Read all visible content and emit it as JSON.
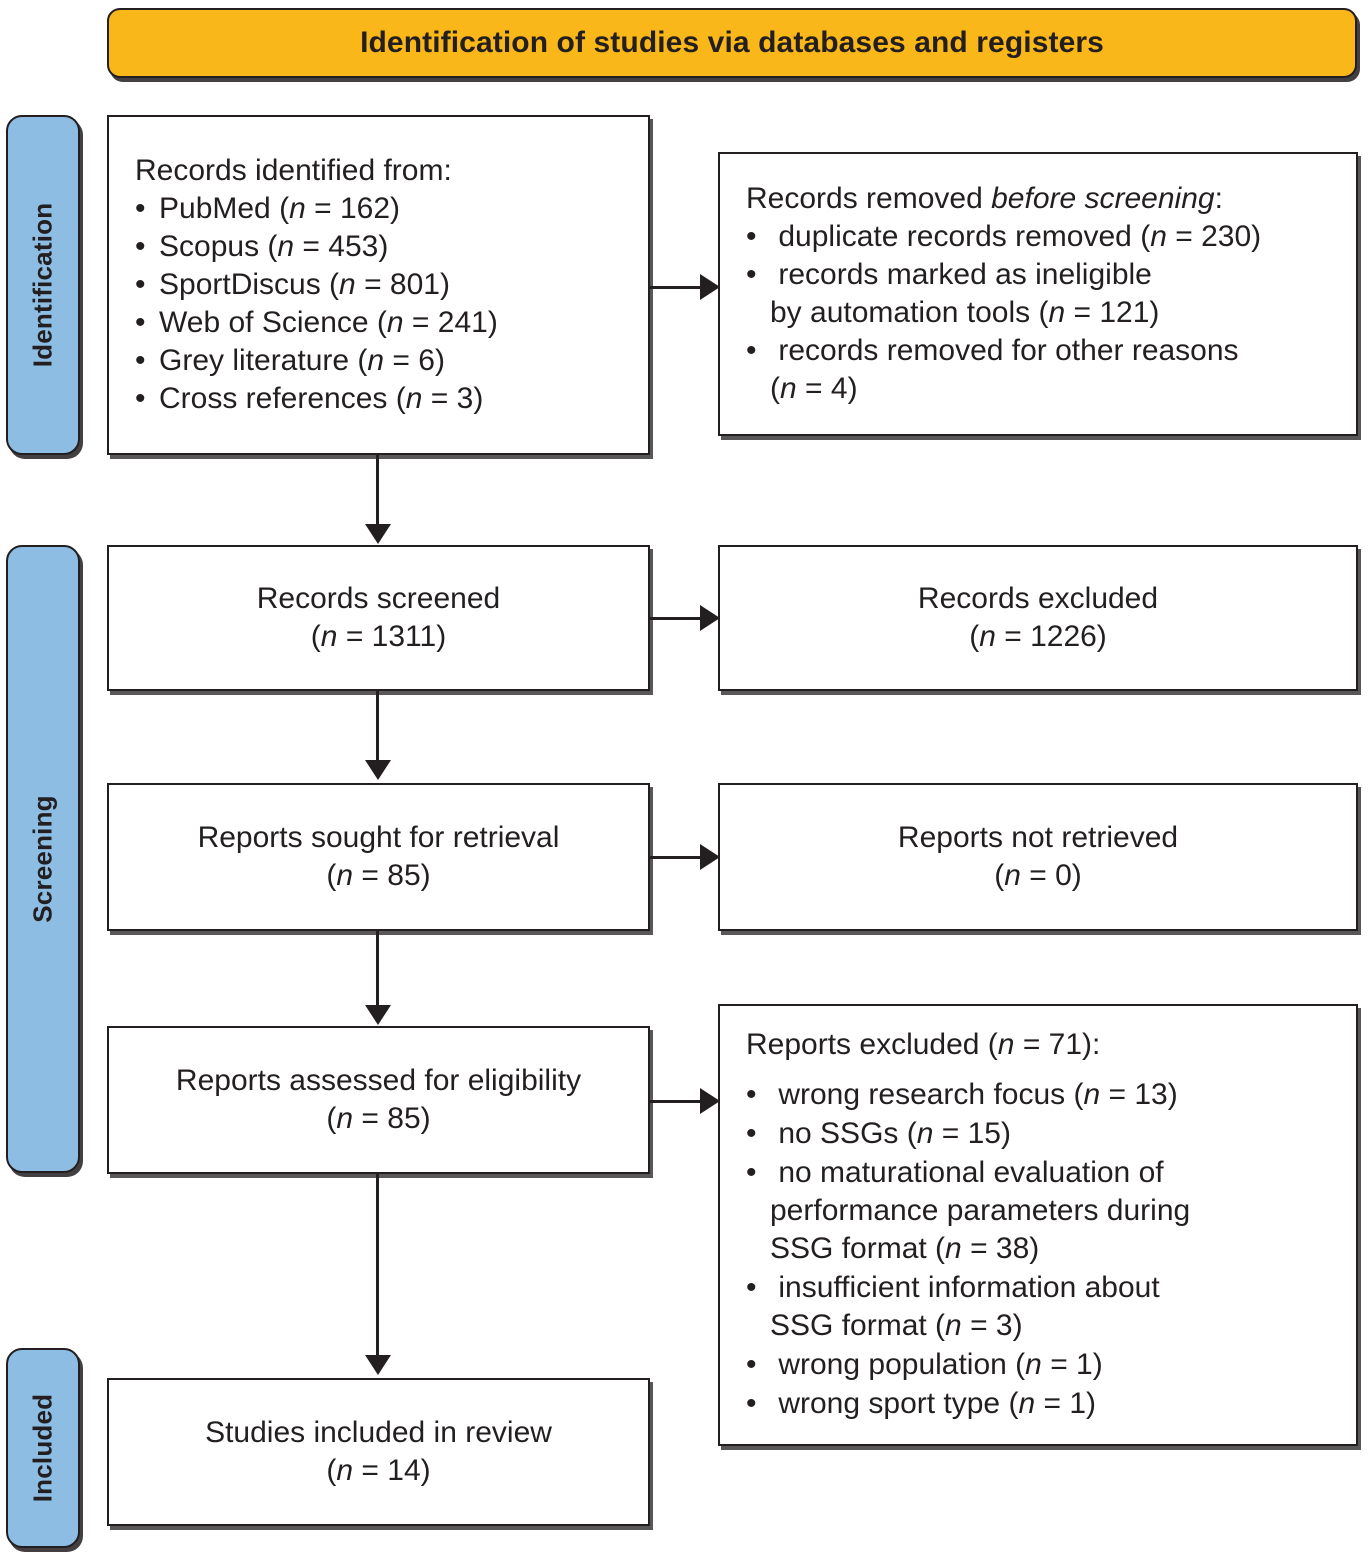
{
  "header": {
    "title": "Identification of studies via databases and registers",
    "bg_color": "#F9B719",
    "border_color": "#231f20"
  },
  "phases": {
    "identification": {
      "label": "Identification",
      "bg_color": "#8DBDE3"
    },
    "screening": {
      "label": "Screening",
      "bg_color": "#8DBDE3"
    },
    "included": {
      "label": "Included",
      "bg_color": "#8DBDE3"
    }
  },
  "boxes": {
    "identified": {
      "heading": "Records identified from:",
      "items": [
        "PubMed (n = 162)",
        "Scopus (n = 453)",
        "SportDiscus (n = 801)",
        "Web of Science (n = 241)",
        "Grey literature (n = 6)",
        "Cross references (n = 3)"
      ]
    },
    "removed": {
      "heading_prefix": "Records removed ",
      "heading_italic": "before screening",
      "heading_suffix": ":",
      "items": [
        {
          "main": "duplicate records removed (n = 230)",
          "sub": ""
        },
        {
          "main": "records marked as ineligible",
          "sub": "by automation tools (n = 121)"
        },
        {
          "main": "records removed for other reasons",
          "sub": "(n = 4)"
        }
      ]
    },
    "screened": {
      "line1": "Records screened",
      "line2": "(n = 1311)"
    },
    "records_excluded": {
      "line1": "Records excluded",
      "line2": "(n = 1226)"
    },
    "sought": {
      "line1": "Reports sought for retrieval",
      "line2": "(n = 85)"
    },
    "not_retrieved": {
      "line1": "Reports not retrieved",
      "line2": "(n = 0)"
    },
    "assessed": {
      "line1": "Reports assessed for eligibility",
      "line2": "(n = 85)"
    },
    "reports_excluded": {
      "heading": "Reports excluded (n = 71):",
      "items": [
        {
          "main": "wrong research focus (n = 13)",
          "sub": ""
        },
        {
          "main": "no SSGs (n = 15)",
          "sub": ""
        },
        {
          "main": "no maturational evaluation of",
          "sub": "performance parameters during\nSSG format (n = 38)"
        },
        {
          "main": "insufficient information about",
          "sub": "SSG format (n = 3)"
        },
        {
          "main": "wrong population (n = 1)",
          "sub": ""
        },
        {
          "main": "wrong sport type (n = 1)",
          "sub": ""
        }
      ]
    },
    "included": {
      "line1": "Studies included in review",
      "line2": "(n = 14)"
    }
  }
}
